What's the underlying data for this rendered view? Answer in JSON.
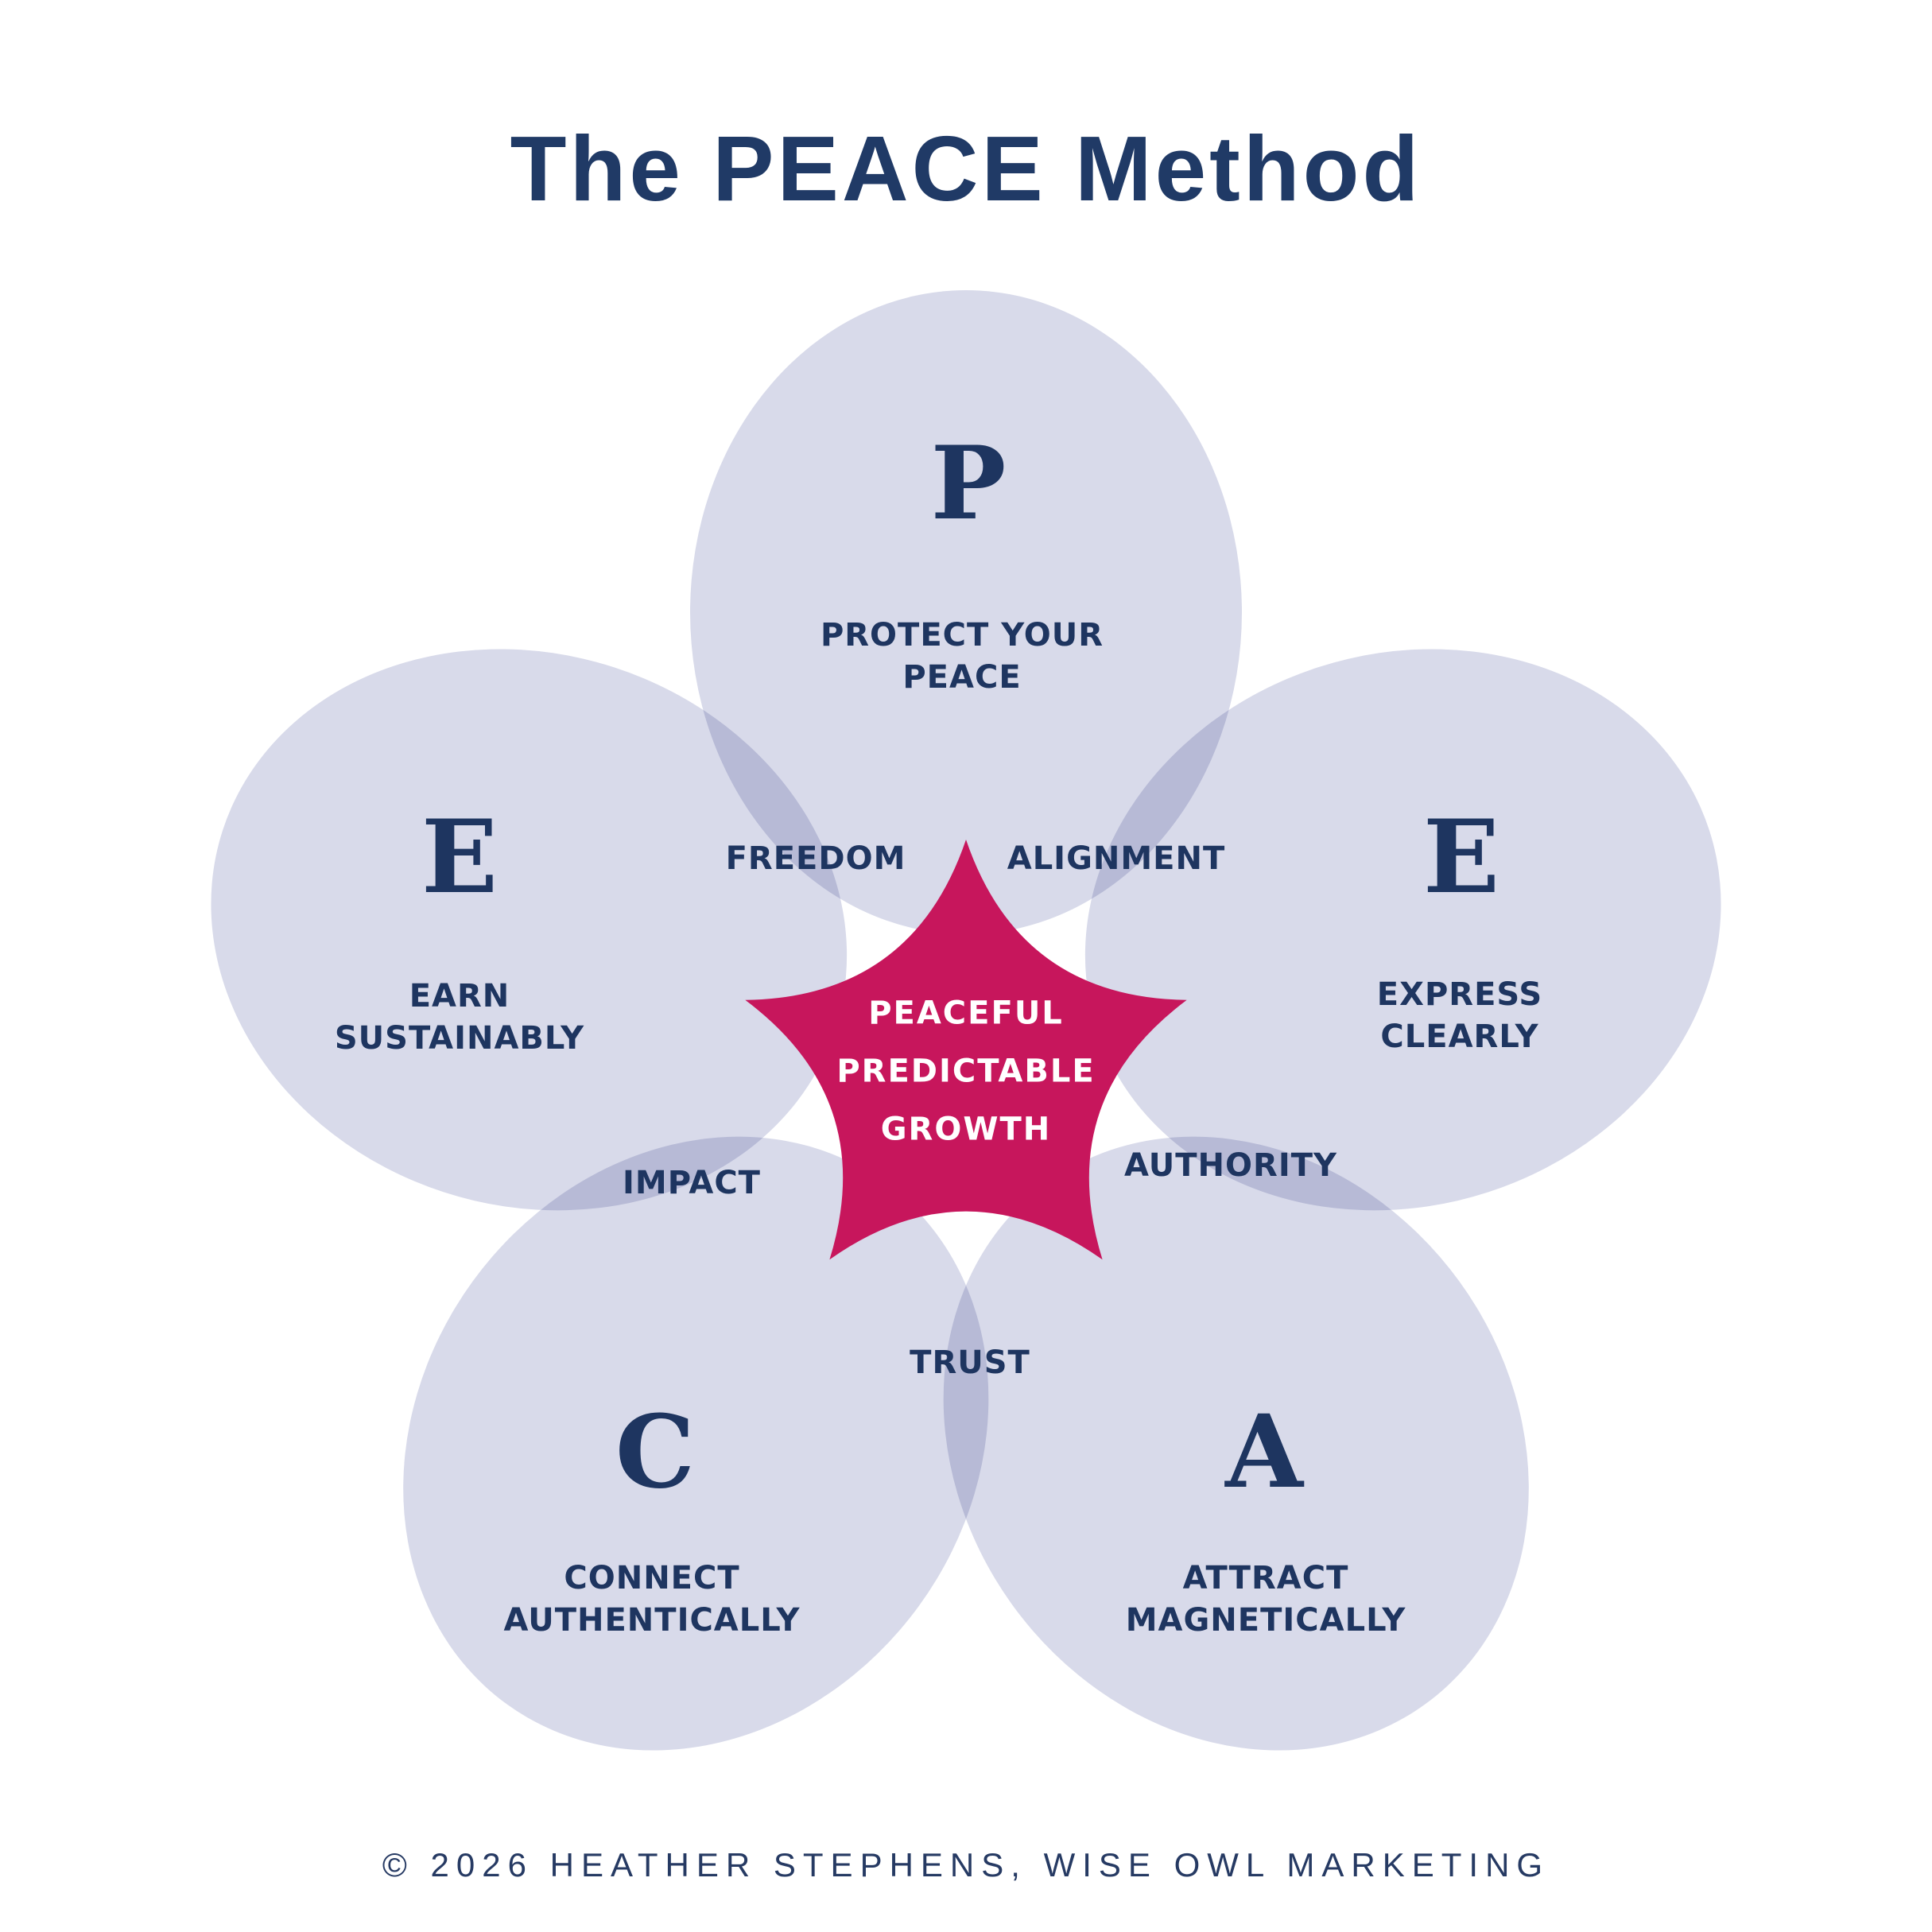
{
  "title": "The PEACE Method",
  "colors": {
    "background": "#ffffff",
    "petal": "#dcdeec",
    "petal_overlap": "#b5b8d5",
    "star": "#c7165c",
    "navy_text": "#1e3560",
    "title_navy": "#203a66",
    "star_text": "#ffffff"
  },
  "petals": [
    {
      "id": "p",
      "letter": "P",
      "label": "PROTECT YOUR\nPEACE"
    },
    {
      "id": "e1",
      "letter": "E",
      "label": "EARN\nSUSTAINABLY"
    },
    {
      "id": "e2",
      "letter": "E",
      "label": "EXPRESS\nCLEARLY"
    },
    {
      "id": "c",
      "letter": "C",
      "label": "CONNECT\nAUTHENTICALLY"
    },
    {
      "id": "a",
      "letter": "A",
      "label": "ATTRACT\nMAGNETICALLY"
    }
  ],
  "overlaps": {
    "freedom": "FREEDOM",
    "alignment": "ALIGNMENT",
    "impact": "IMPACT",
    "authority": "AUTHORITY",
    "trust": "TRUST"
  },
  "center": {
    "lines": [
      "PEACEFUL",
      "PREDICTABLE",
      "GROWTH"
    ]
  },
  "footer": "© 2026 HEATHER STEPHENS, WISE OWL MARKETING"
}
